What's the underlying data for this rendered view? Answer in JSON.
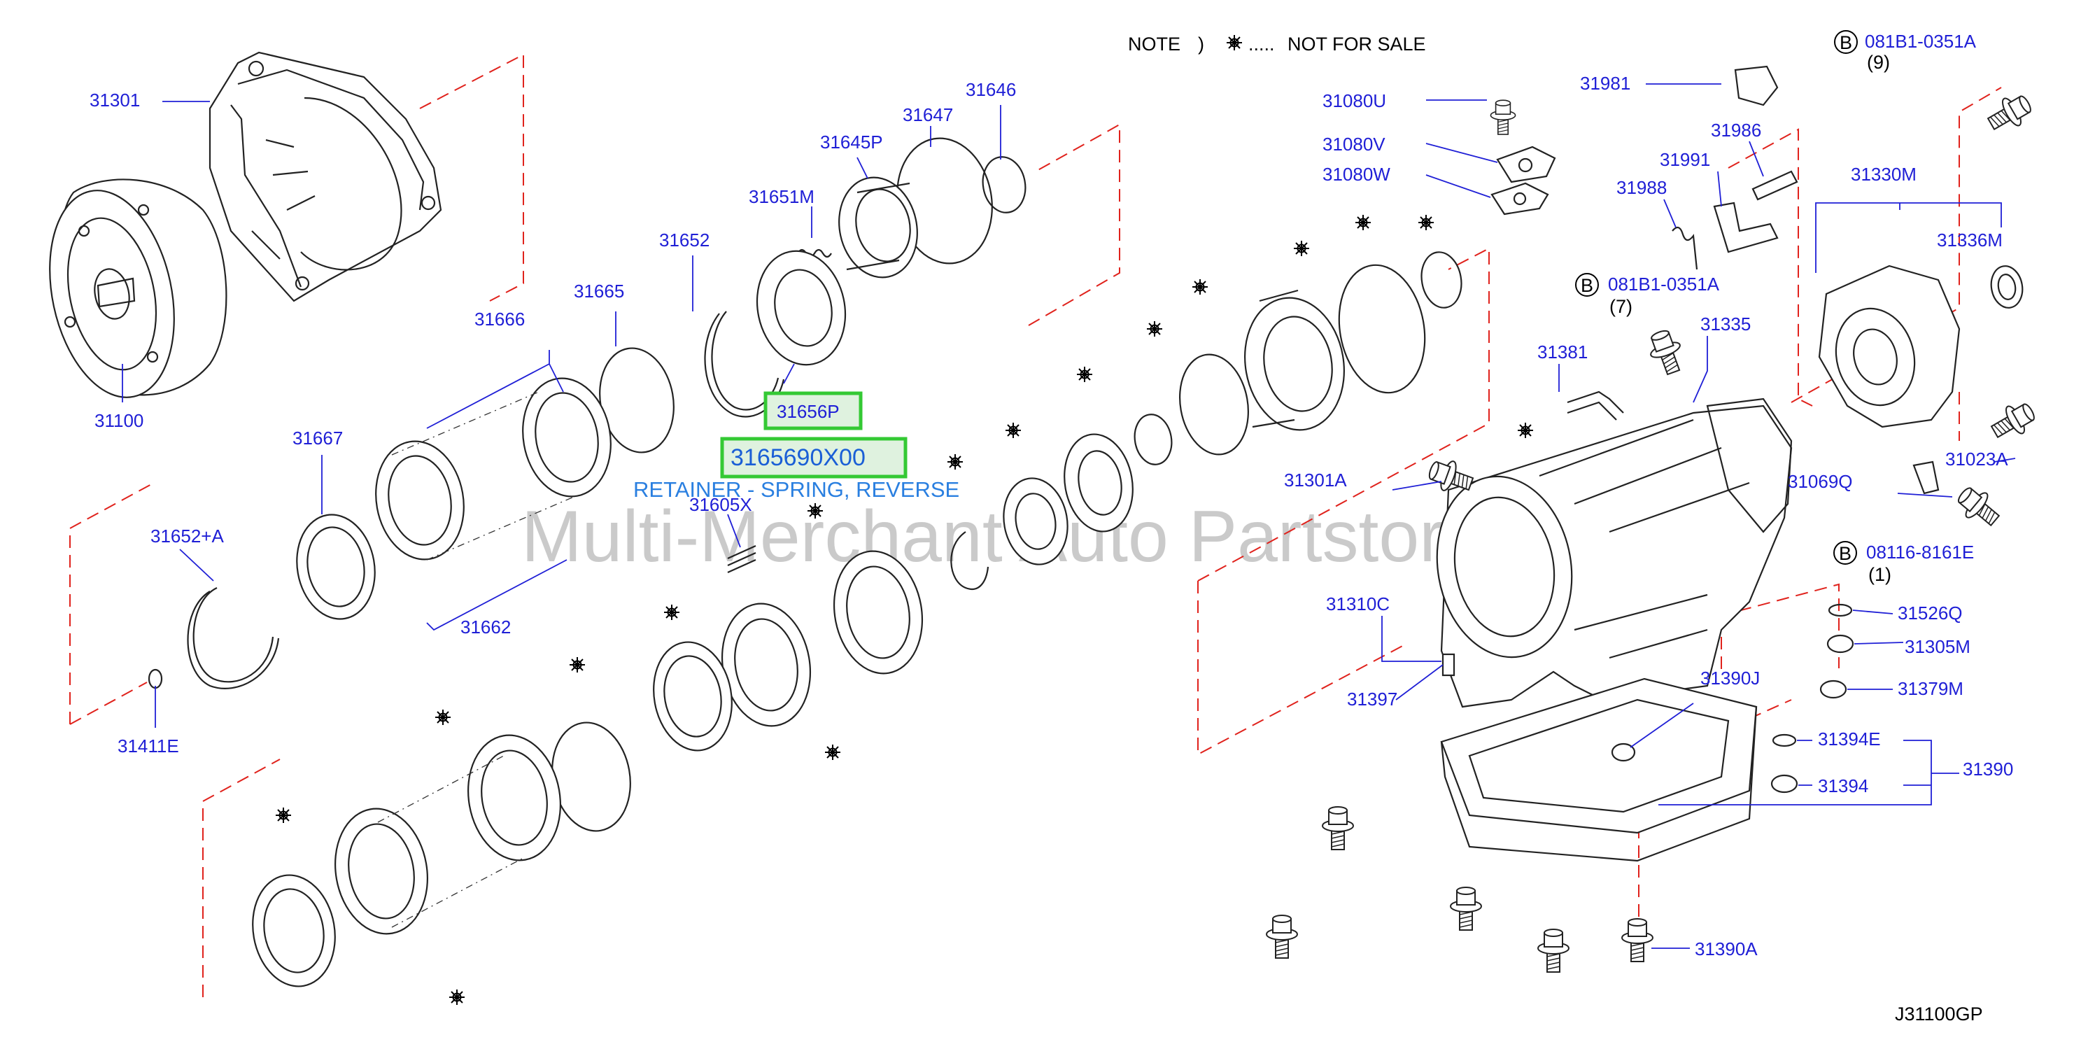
{
  "note": {
    "prefix": "NOTE",
    "paren": ")",
    "dots": ".....",
    "text": "NOT  FOR  SALE"
  },
  "diagram_code": "J31100GP",
  "watermark": "Multi-Merchant Auto Partstore",
  "selected": {
    "part_code": "31656P",
    "part_number": "3165690X00",
    "description": "RETAINER - SPRING, REVERSE"
  },
  "labels": {
    "p31301": "31301",
    "p31100": "31100",
    "p31666": "31666",
    "p31665": "31665",
    "p31652": "31652",
    "p31651M": "31651M",
    "p31645P": "31645P",
    "p31647": "31647",
    "p31646": "31646",
    "p31667": "31667",
    "p31662": "31662",
    "p31652A": "31652+A",
    "p31411E": "31411E",
    "p31605X": "31605X",
    "p31080U": "31080U",
    "p31080V": "31080V",
    "p31080W": "31080W",
    "p31981": "31981",
    "p31986": "31986",
    "p31991": "31991",
    "p31988": "31988",
    "p31330M": "31330M",
    "p31336M": "31336M",
    "p31335": "31335",
    "p31381": "31381",
    "p31301A": "31301A",
    "p31069Q": "31069Q",
    "p31023A": "31023A",
    "p31310C": "31310C",
    "p31397": "31397",
    "p31390J": "31390J",
    "p31526Q": "31526Q",
    "p31305M": "31305M",
    "p31379M": "31379M",
    "p31394E": "31394E",
    "p31394": "31394",
    "p31390": "31390",
    "p31390A": "31390A"
  },
  "bolt_refs": [
    {
      "letter": "B",
      "code": "081B1-0351A",
      "qty": "(9)"
    },
    {
      "letter": "B",
      "code": "081B1-0351A",
      "qty": "(7)"
    },
    {
      "letter": "B",
      "code": "08116-8161E",
      "qty": "(1)"
    }
  ],
  "colors": {
    "label": "#1f1fd6",
    "highlight_border": "#34c934",
    "highlight_fill": "#dff2df",
    "description_text": "#2a7fe0",
    "leader_dash": "#e0221c"
  },
  "icons": {
    "not_for_sale_mark": "asterisk-flower"
  }
}
